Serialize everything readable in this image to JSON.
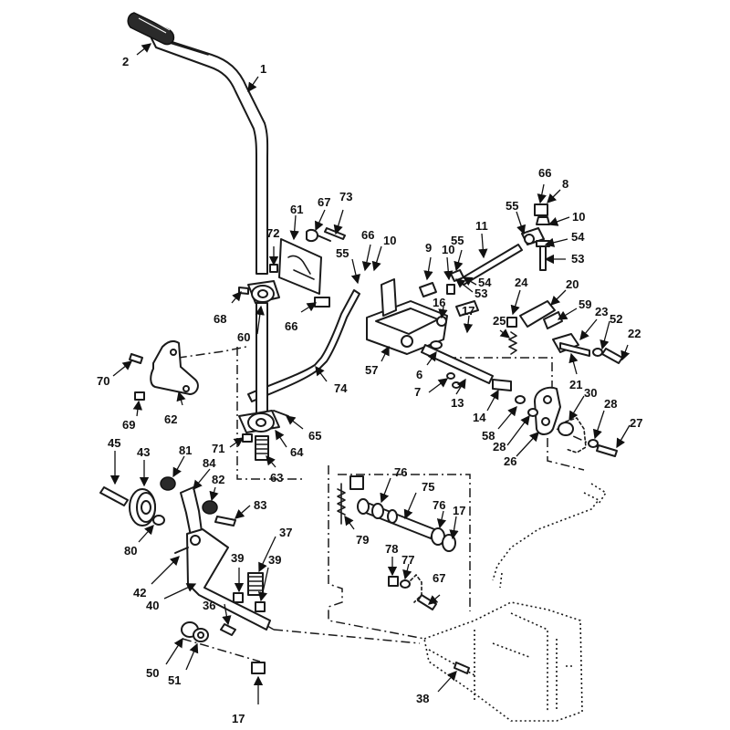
{
  "callouts": [
    "1",
    "2",
    "6",
    "7",
    "8",
    "8",
    "9",
    "10",
    "10",
    "10",
    "11",
    "13",
    "14",
    "16",
    "17",
    "17",
    "17",
    "20",
    "21",
    "22",
    "23",
    "24",
    "25",
    "26",
    "27",
    "28",
    "28",
    "30",
    "36",
    "37",
    "38",
    "39",
    "39",
    "40",
    "42",
    "43",
    "45",
    "50",
    "51",
    "52",
    "53",
    "53",
    "54",
    "54",
    "55",
    "55",
    "55",
    "57",
    "58",
    "59",
    "60",
    "61",
    "62",
    "63",
    "64",
    "65",
    "66",
    "66",
    "66",
    "67",
    "67",
    "68",
    "69",
    "70",
    "71",
    "72",
    "73",
    "74",
    "75",
    "76",
    "76",
    "77",
    "78",
    "79",
    "80",
    "81",
    "82",
    "83",
    "84"
  ],
  "colors": {
    "ink": "#1a1a1a",
    "paper": "#ffffff"
  }
}
